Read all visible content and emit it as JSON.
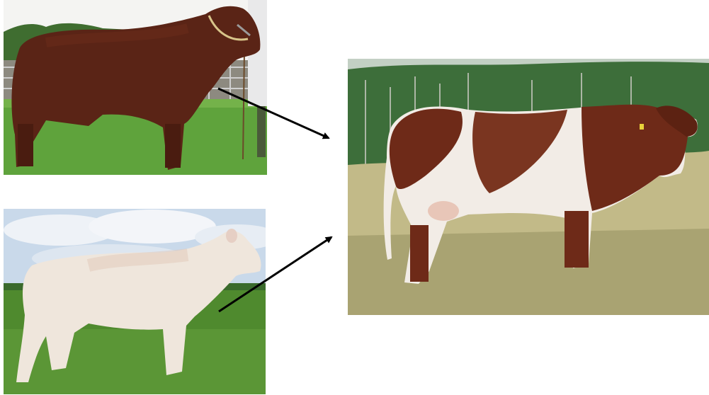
{
  "photos": [
    {
      "subject": "red-bull",
      "colors": {
        "coat": "#5a2416",
        "grass": "#5fa33c"
      }
    },
    {
      "subject": "white-cow",
      "colors": {
        "coat": "#efe6dc",
        "sky": "#c9d9ea",
        "grass": "#4f8a2e"
      }
    },
    {
      "subject": "roan-cow",
      "colors": {
        "brown": "#6e2a18",
        "white": "#f2ece6",
        "grass": "#b9b07a",
        "trees": "#3d6e3a"
      }
    }
  ],
  "arrows": {
    "color": "#000000"
  }
}
